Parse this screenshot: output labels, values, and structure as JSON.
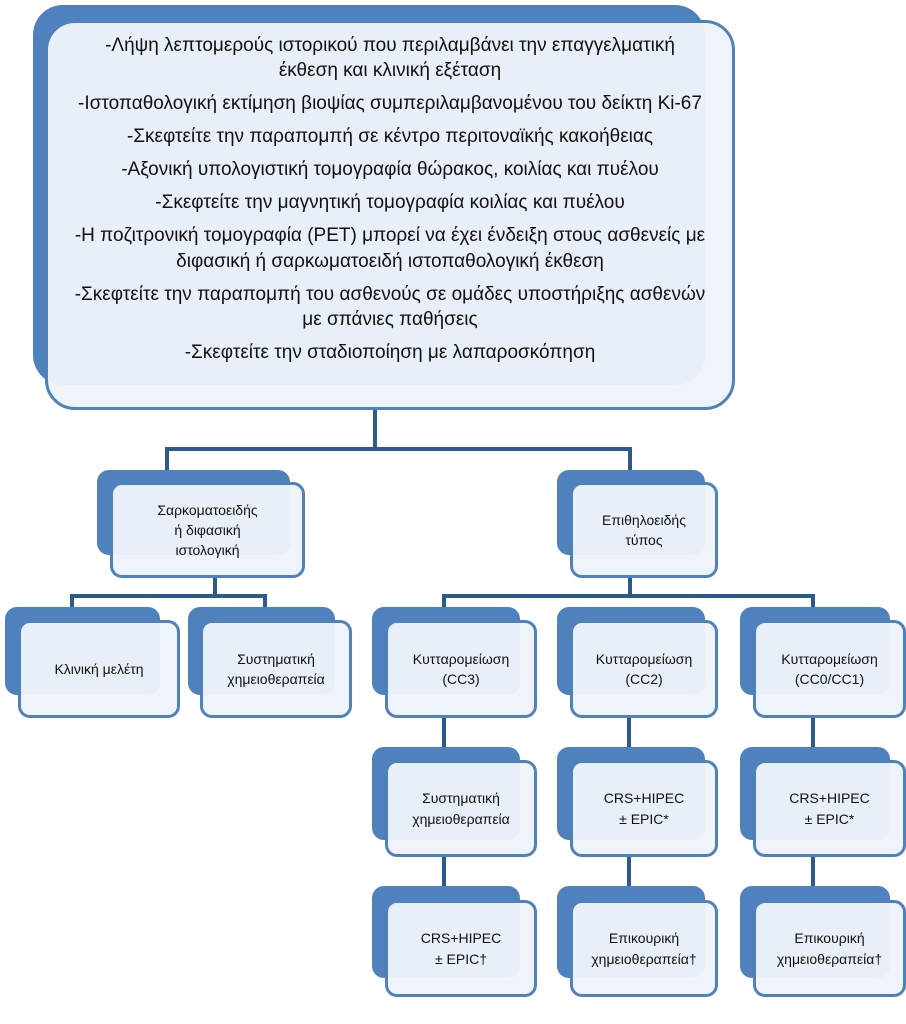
{
  "root": {
    "items": [
      "-Λήψη λεπτομερούς ιστορικού που περιλαμβάνει την επαγγελματική έκθεση και κλινική εξέταση",
      "-Ιστοπαθολογική εκτίμηση βιοψίας συμπεριλαμβανομένου του δείκτη Ki-67",
      "-Σκεφτείτε την παραπομπή σε κέντρο περιτοναϊκής κακοήθειας",
      "-Αξονική υπολογιστική τομογραφία θώρακος, κοιλίας και πυέλου",
      "-Σκεφτείτε την μαγνητική τομογραφία κοιλίας και πυέλου",
      "-Η ποζιτρονική τομογραφία (PET) μπορεί να έχει ένδειξη στους ασθενείς με διφασική ή σαρκωματοειδή ιστοπαθολογική έκθεση",
      "-Σκεφτείτε την παραπομπή του ασθενούς σε ομάδες υποστήριξης ασθενών με σπάνιες παθήσεις",
      "-Σκεφτείτε την σταδιοποίηση με λαπαροσκόπηση"
    ]
  },
  "sarcomatoid": {
    "label": "Σαρκοματοειδής ή διφασική ιστολογική",
    "children": [
      "Κλινική μελέτη",
      "Συστηματική χημειοθεραπεία"
    ]
  },
  "epithelioid": {
    "label": "Επιθηλοειδής τύπος",
    "children": [
      {
        "label": "Κυτταρομείωση (CC3)",
        "step2": "Συστηματική χημειοθεραπεία",
        "step3": "CRS+HIPEC ± EPIC†"
      },
      {
        "label": "Κυτταρομείωση (CC2)",
        "step2": "CRS+HIPEC ± EPIC*",
        "step3": "Επικουρική χημειοθεραπεία†"
      },
      {
        "label": "Κυτταρομείωση (CC0/CC1)",
        "step2": "CRS+HIPEC ± EPIC*",
        "step3": "Επικουρική χημειοθεραπεία†"
      }
    ]
  },
  "colors": {
    "accent": "#4f81bd",
    "fill": "#eef3fa"
  }
}
